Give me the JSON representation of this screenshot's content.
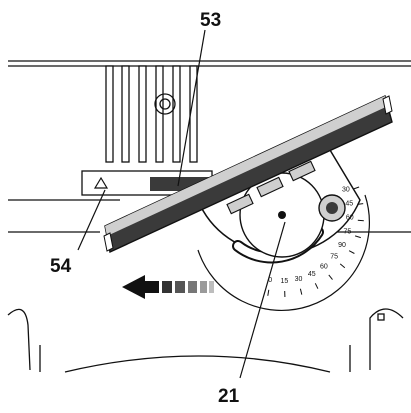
{
  "callouts": {
    "fence_label": "53",
    "lock_label": "54",
    "gauge_label": "21"
  },
  "protractor": {
    "scale_numbers": [
      "0",
      "15",
      "30",
      "45",
      "60",
      "75",
      "90",
      "75",
      "60",
      "45",
      "30"
    ]
  },
  "arrow": {
    "direction_icon": "arrow-left-icon"
  },
  "colors": {
    "ink": "#111111",
    "fence_dark": "#3a3a3a",
    "fence_light": "#cfcfcf",
    "arrow_gradient": [
      "#111111",
      "#333333",
      "#555555",
      "#777777",
      "#9a9a9a",
      "#bdbdbd"
    ]
  }
}
